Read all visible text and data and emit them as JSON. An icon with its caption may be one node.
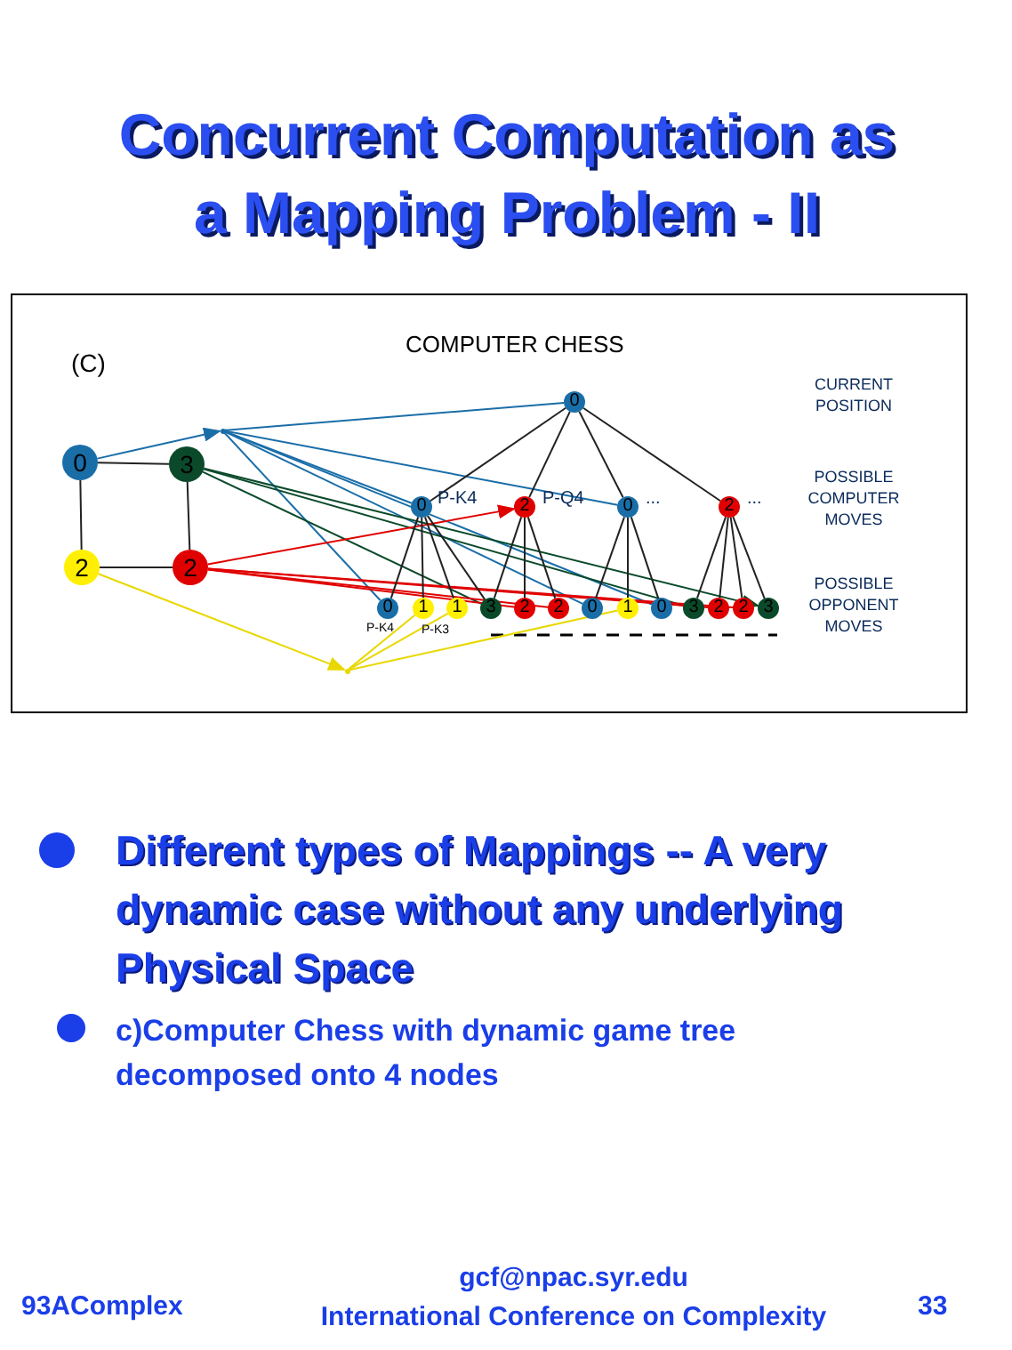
{
  "diagram": {
    "title": "Concurrent Computation as a Mapping Problem - II",
    "nodes": [
      {
        "text": [
          "0"
        ]
      },
      {
        "text": [
          "3"
        ]
      },
      {
        "text": [
          "2"
        ]
      },
      {
        "text": [
          "2"
        ]
      },
      {
        "text": [
          "0"
        ]
      },
      {
        "text": [
          "0"
        ],
        "beside": [
          "P-K4"
        ]
      },
      {
        "text": [
          "2"
        ],
        "beside": [
          "P-Q4"
        ]
      },
      {
        "text": [
          "0"
        ],
        "beside": [
          "..."
        ]
      },
      {
        "text": [
          "2"
        ],
        "beside": [
          "..."
        ]
      },
      {
        "text": [
          "0"
        ],
        "beside": [
          "P-K4"
        ]
      },
      {
        "text": [
          "1"
        ],
        "beside": [
          "P-K3"
        ]
      },
      {
        "text": [
          "1"
        ]
      },
      {
        "text": [
          "3"
        ]
      },
      {
        "text": [
          "2"
        ]
      },
      {
        "text": [
          "2"
        ]
      },
      {
        "text": [
          "0"
        ]
      },
      {
        "text": [
          "1"
        ]
      },
      {
        "text": [
          "0"
        ]
      },
      {
        "text": [
          "3"
        ]
      },
      {
        "text": [
          "2"
        ]
      },
      {
        "text": [
          "2"
        ]
      },
      {
        "text": [
          "3"
        ]
      },
      {
        "text": [],
        "shape": "point"
      },
      {
        "text": [],
        "shape": "point"
      }
    ],
    "edges": [
      {
        "from": 0,
        "to": 1,
        "arrow": "none"
      },
      {
        "from": 0,
        "to": 2,
        "arrow": "none"
      },
      {
        "from": 1,
        "to": 3,
        "arrow": "none"
      },
      {
        "from": 2,
        "to": 3,
        "arrow": "none"
      },
      {
        "from": 0,
        "to": 22,
        "arrow": "to",
        "color": "#1a6ea8"
      },
      {
        "from": 22,
        "to": 4,
        "arrow": "none",
        "color": "#1a6ea8"
      },
      {
        "from": 22,
        "to": 5,
        "arrow": "none",
        "color": "#1a6ea8"
      },
      {
        "from": 22,
        "to": 7,
        "arrow": "none",
        "color": "#1a6ea8"
      },
      {
        "from": 22,
        "to": 9,
        "arrow": "none",
        "color": "#1a6ea8"
      },
      {
        "from": 22,
        "to": 15,
        "arrow": "none",
        "color": "#1a6ea8"
      },
      {
        "from": 22,
        "to": 17,
        "arrow": "none",
        "color": "#1a6ea8"
      },
      {
        "from": 2,
        "to": 23,
        "arrow": "to",
        "color": "#e8d800"
      },
      {
        "from": 23,
        "to": 10,
        "arrow": "none",
        "color": "#e8d800"
      },
      {
        "from": 23,
        "to": 11,
        "arrow": "none",
        "color": "#e8d800"
      },
      {
        "from": 23,
        "to": 16,
        "arrow": "none",
        "color": "#e8d800"
      },
      {
        "from": 1,
        "to": 12,
        "arrow": "none",
        "color": "#0a4a2a"
      },
      {
        "from": 1,
        "to": 18,
        "arrow": "none",
        "color": "#0a4a2a"
      },
      {
        "from": 1,
        "to": 21,
        "arrow": "to",
        "color": "#0a4a2a"
      },
      {
        "from": 3,
        "to": 6,
        "arrow": "to",
        "color": "#e00000"
      },
      {
        "from": 3,
        "to": 13,
        "arrow": "none",
        "color": "#e00000"
      },
      {
        "from": 3,
        "to": 14,
        "arrow": "none",
        "color": "#e00000"
      },
      {
        "from": 3,
        "to": 19,
        "arrow": "none",
        "color": "#e00000"
      },
      {
        "from": 3,
        "to": 20,
        "arrow": "none",
        "color": "#e00000"
      },
      {
        "from": 4,
        "to": 5,
        "arrow": "none"
      },
      {
        "from": 4,
        "to": 6,
        "arrow": "none"
      },
      {
        "from": 4,
        "to": 7,
        "arrow": "none"
      },
      {
        "from": 4,
        "to": 8,
        "arrow": "none"
      },
      {
        "from": 5,
        "to": 9,
        "arrow": "none"
      },
      {
        "from": 5,
        "to": 10,
        "arrow": "none"
      },
      {
        "from": 5,
        "to": 11,
        "arrow": "none"
      },
      {
        "from": 5,
        "to": 12,
        "arrow": "none"
      },
      {
        "from": 6,
        "to": 12,
        "arrow": "none"
      },
      {
        "from": 6,
        "to": 13,
        "arrow": "none"
      },
      {
        "from": 6,
        "to": 14,
        "arrow": "none"
      },
      {
        "from": 7,
        "to": 15,
        "arrow": "none"
      },
      {
        "from": 7,
        "to": 16,
        "arrow": "none"
      },
      {
        "from": 7,
        "to": 17,
        "arrow": "none"
      },
      {
        "from": 8,
        "to": 18,
        "arrow": "none"
      },
      {
        "from": 8,
        "to": 19,
        "arrow": "none"
      },
      {
        "from": 8,
        "to": 20,
        "arrow": "none"
      },
      {
        "from": 8,
        "to": 21,
        "arrow": "none"
      }
    ],
    "labels": [
      "(C)",
      "COMPUTER CHESS",
      "CURRENT POSITION",
      "POSSIBLE COMPUTER MOVES",
      "POSSIBLE OPPONENT MOVES",
      "Different types of Mappings -- A very dynamic case without any underlying Physical Space",
      "c)Computer Chess with dynamic game tree decomposed onto 4 nodes",
      "93AComplex",
      "gcf@npac.syr.edu",
      "International Conference on Complexity",
      "33"
    ]
  }
}
